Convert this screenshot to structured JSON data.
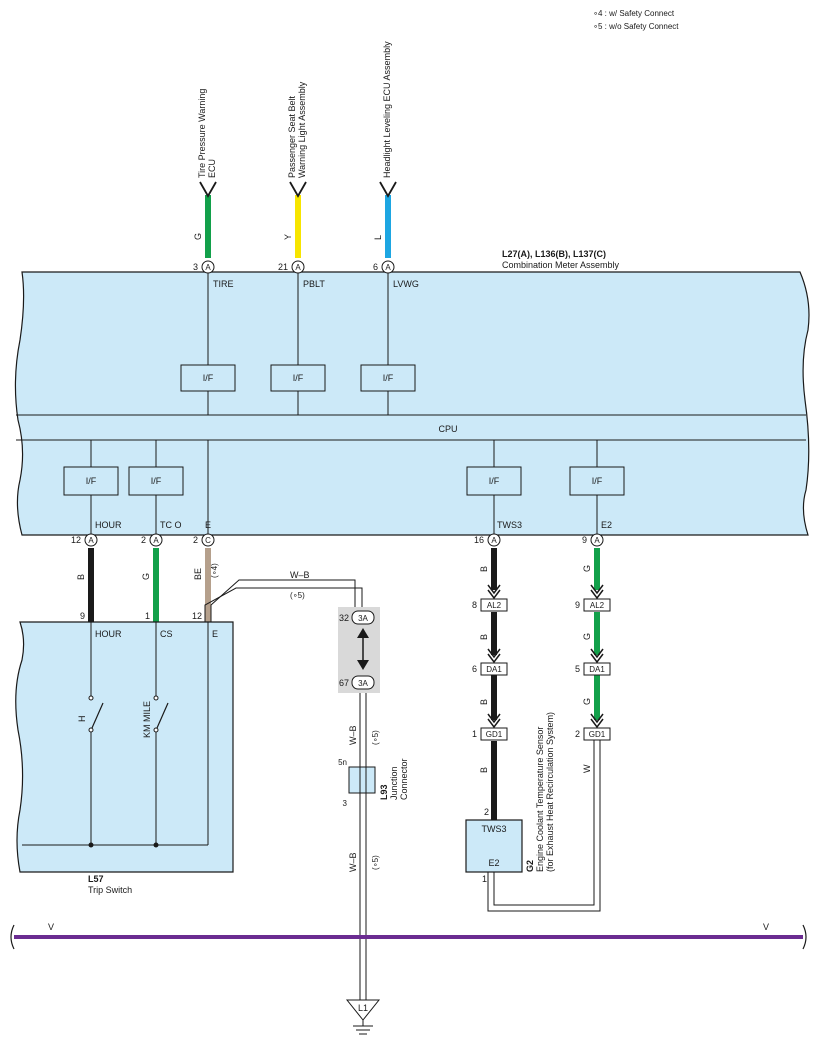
{
  "colors": {
    "box_fill": "#cce9f8",
    "green": "#12a04a",
    "yellow": "#f7e500",
    "blue": "#1da6e2",
    "black": "#1a1a1a",
    "beige": "#b5a08c",
    "purple": "#6b2c91",
    "gray_region": "#d9d9d9"
  },
  "notes": [
    "∘4 : w/ Safety Connect",
    "∘5 : w/o Safety Connect"
  ],
  "meter": {
    "ref": "L27(A), L136(B), L137(C)",
    "name": "Combination Meter Assembly",
    "cpu": "CPU",
    "interface": "I/F"
  },
  "top_wires": [
    {
      "device_line1": "Tire Pressure Warning",
      "device_line2": "ECU",
      "color_code": "G",
      "pin": "3",
      "conn": "A",
      "terminal": "TIRE"
    },
    {
      "device_line1": "Passenger Seat Belt",
      "device_line2": "Warning Light Assembly",
      "color_code": "Y",
      "pin": "21",
      "conn": "A",
      "terminal": "PBLT"
    },
    {
      "device_line1": "Headlight Leveling ECU Assembly",
      "device_line2": "",
      "color_code": "L",
      "pin": "6",
      "conn": "A",
      "terminal": "LVWG"
    }
  ],
  "bottom_terminals": [
    {
      "pin": "12",
      "conn": "A",
      "terminal": "HOUR",
      "color_code": "B"
    },
    {
      "pin": "2",
      "conn": "A",
      "terminal": "TC O",
      "color_code": "G"
    },
    {
      "pin": "2",
      "conn": "C",
      "terminal": "E",
      "color_code": "BE",
      "note": "(∘4)"
    },
    {
      "pin": "16",
      "conn": "A",
      "terminal": "TWS3",
      "color_code": "B"
    },
    {
      "pin": "9",
      "conn": "A",
      "terminal": "E2",
      "color_code": "G"
    }
  ],
  "trip_switch": {
    "ref": "L57",
    "name": "Trip Switch",
    "terminals": [
      "HOUR",
      "CS",
      "E"
    ],
    "pins": [
      "9",
      "1",
      "12"
    ],
    "switch_labels": [
      "H",
      "KM MILE"
    ]
  },
  "ground_path": {
    "wire_label": "W–B",
    "note5": "(∘5)",
    "conn_top_pin": "32",
    "conn_bottom_pin": "67",
    "conn_code": "3A",
    "junction_ref": "L93",
    "junction_name1": "Junction",
    "junction_name2": "Connector",
    "junction_pin_top": "5n",
    "junction_pin_bottom": "3",
    "ground": "L1"
  },
  "left_chain": {
    "wire_codes": [
      "B",
      "B",
      "B",
      "B"
    ],
    "connectors": [
      {
        "pin": "8",
        "code": "AL2"
      },
      {
        "pin": "6",
        "code": "DA1"
      },
      {
        "pin": "1",
        "code": "GD1"
      }
    ],
    "end_pin": "2"
  },
  "right_chain": {
    "wire_codes": [
      "G",
      "G",
      "G",
      "W"
    ],
    "connectors": [
      {
        "pin": "9",
        "code": "AL2"
      },
      {
        "pin": "5",
        "code": "DA1"
      },
      {
        "pin": "2",
        "code": "GD1"
      }
    ]
  },
  "sensor": {
    "ref": "G2",
    "name1": "Engine Coolant Temperature Sensor",
    "name2": "(for Exhaust Heat Recirculation System)",
    "term_top": "TWS3",
    "term_bottom": "E2",
    "pin_bottom": "1"
  },
  "v_line": {
    "left_label": "V",
    "right_label": "V"
  }
}
